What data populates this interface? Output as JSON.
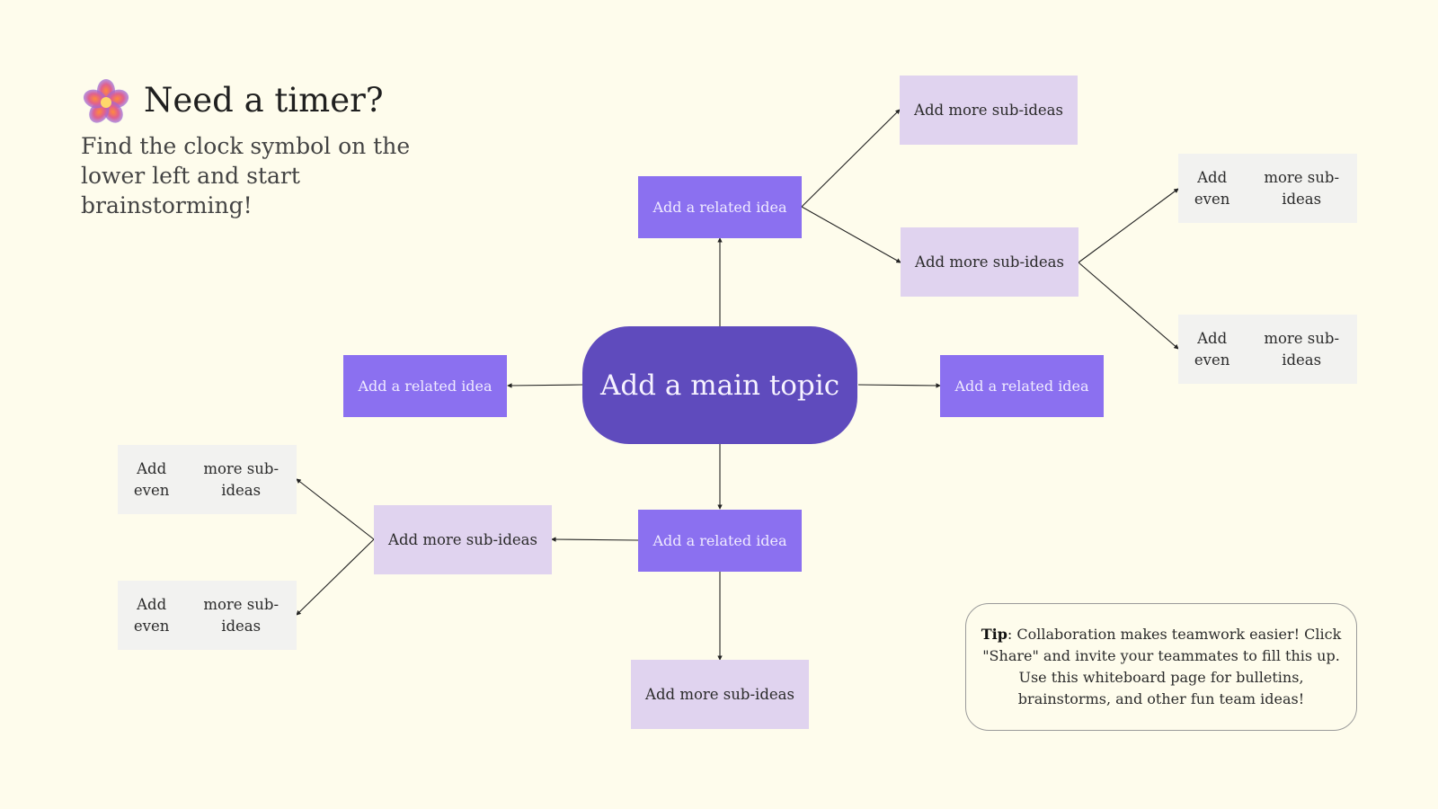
{
  "header": {
    "icon": "flower-icon",
    "title": "Need a timer?",
    "subtitle": "Find the clock symbol on the lower left and start brainstorming!"
  },
  "mindmap": {
    "main_topic": "Add a main topic",
    "related": [
      "Add a related idea",
      "Add a related idea",
      "Add a related idea",
      "Add a related idea"
    ],
    "sub": [
      "Add more sub-ideas",
      "Add more sub-ideas",
      "Add more sub-ideas",
      "Add more sub-ideas"
    ],
    "even": [
      {
        "line1": "Add even",
        "line2": "more sub-ideas"
      },
      {
        "line1": "Add even",
        "line2": "more sub-ideas"
      },
      {
        "line1": "Add even",
        "line2": "more sub-ideas"
      },
      {
        "line1": "Add even",
        "line2": "more sub-ideas"
      }
    ]
  },
  "tip": {
    "label": "Tip",
    "text": ": Collaboration makes teamwork easier! Click \"Share\" and invite your teammates to fill this up. Use this whiteboard page for bulletins, brainstorms, and other fun team ideas!"
  },
  "colors": {
    "background": "#fefcec",
    "main_topic": "#5f4bbd",
    "related_idea": "#8b70f0",
    "sub_idea": "#e0d3ef",
    "even_sub_idea": "#f2f2f0",
    "connector": "#222222"
  }
}
